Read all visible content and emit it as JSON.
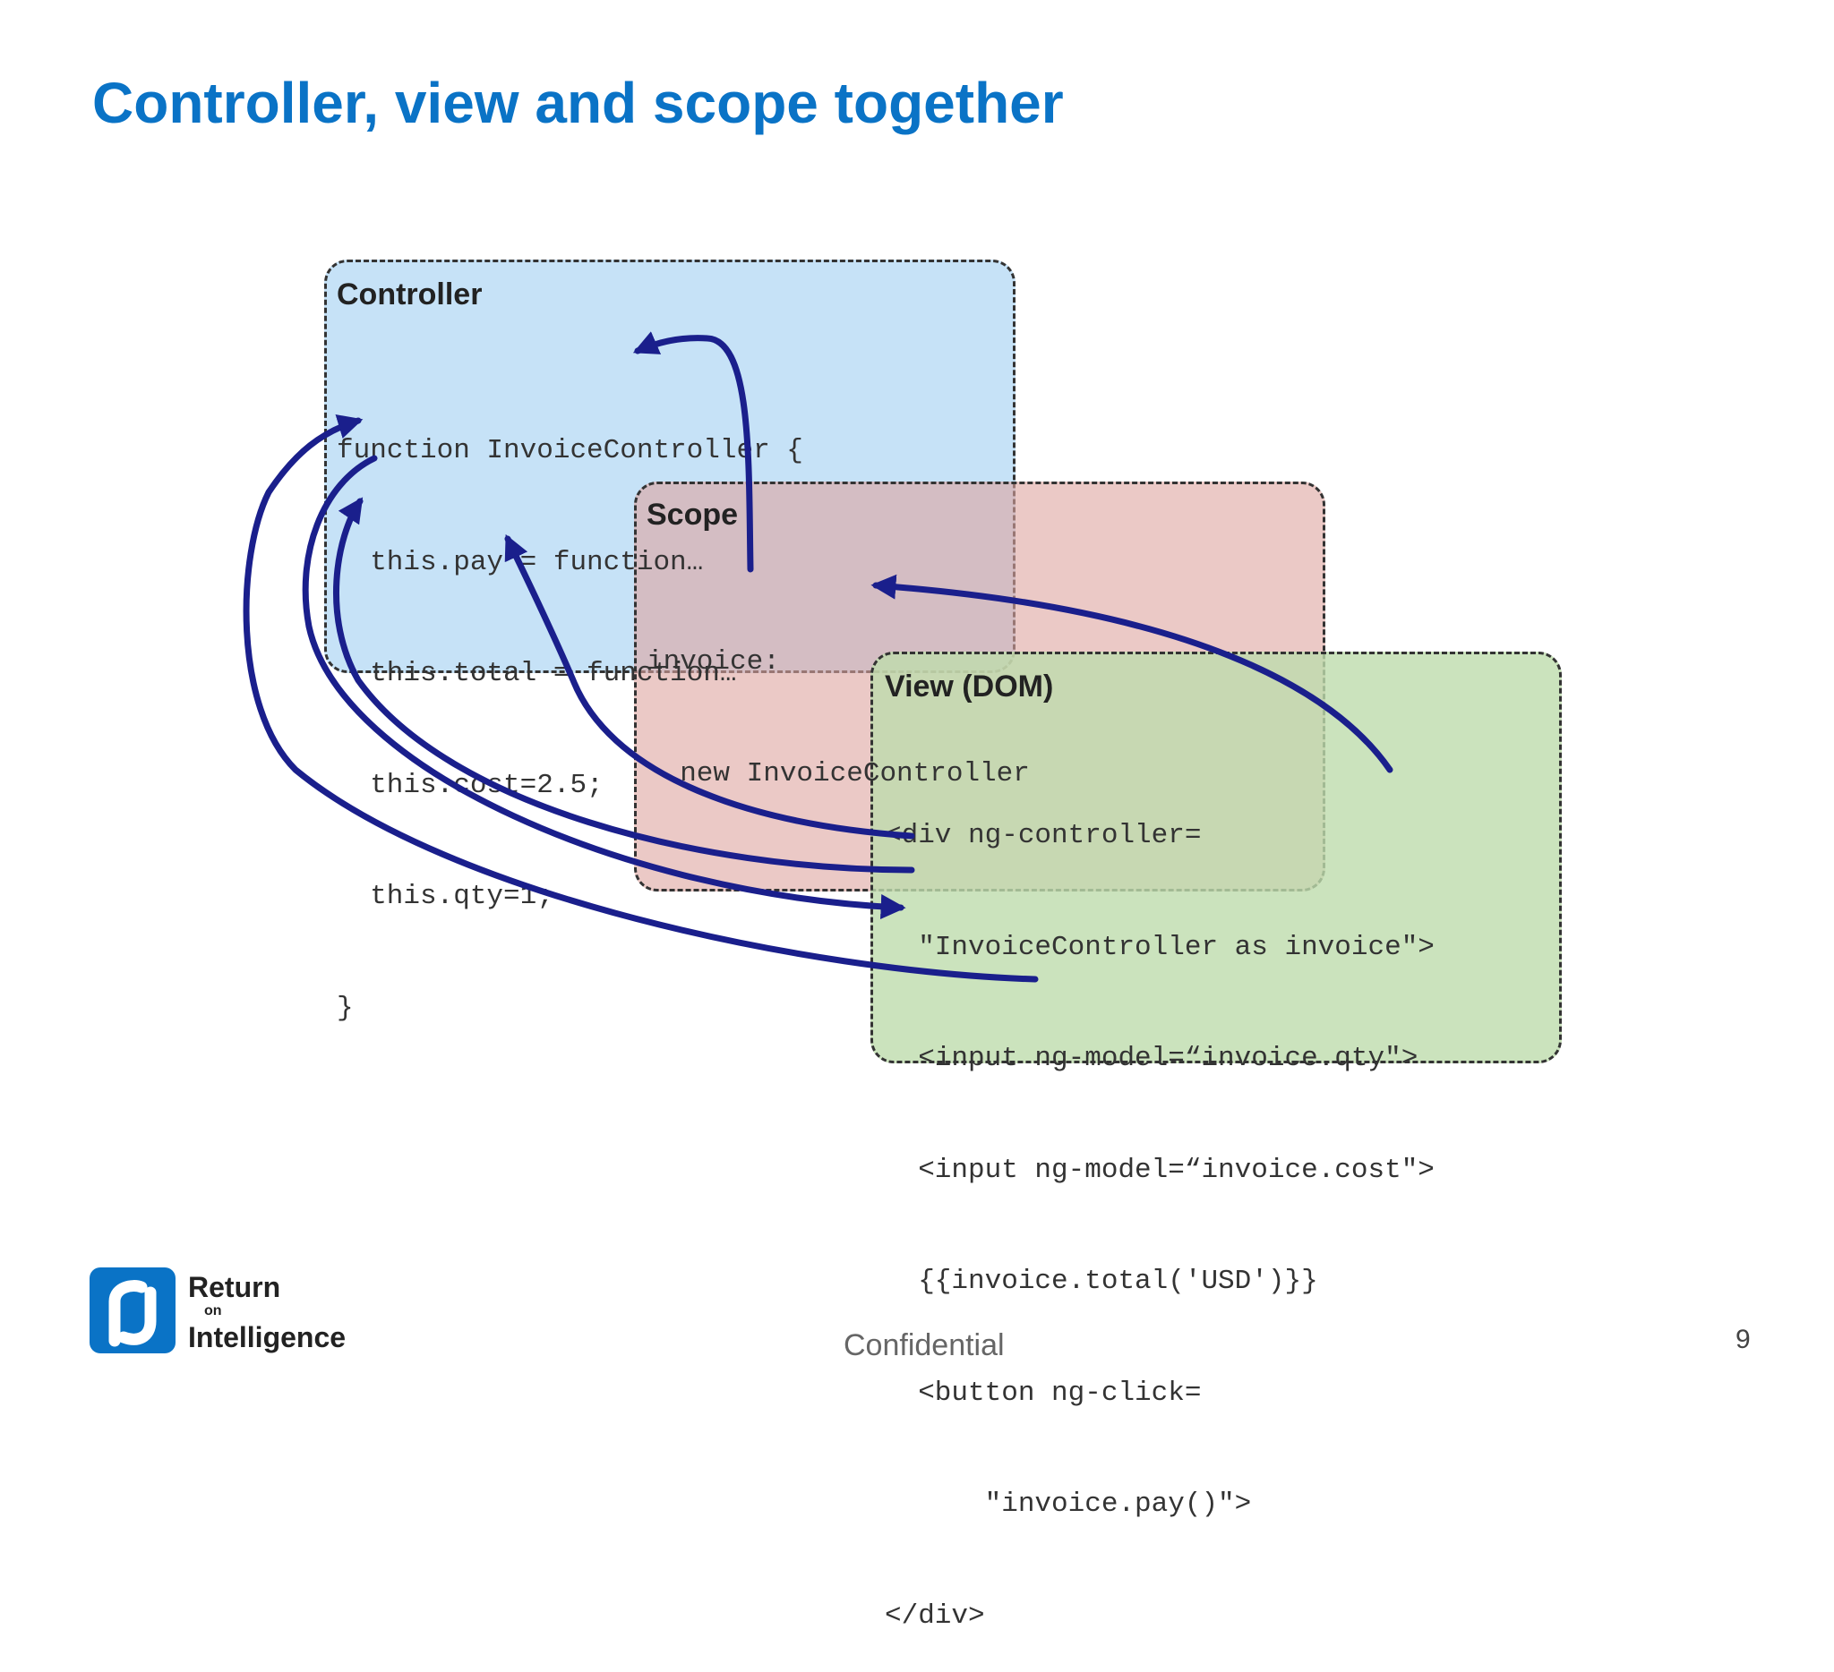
{
  "slide": {
    "title": "Controller, view and scope together",
    "footer_text": "Confidential",
    "page_number": "9"
  },
  "logo": {
    "line1": "Return",
    "line2": "on",
    "line3": "Intelligence",
    "color": "#0a73c6"
  },
  "diagram": {
    "controller": {
      "title": "Controller",
      "code": [
        "function InvoiceController {",
        "  this.pay = function…",
        "  this.total = function…",
        "  this.cost=2.5;",
        "  this.qty=1;",
        "}"
      ]
    },
    "scope": {
      "title": "Scope",
      "code": [
        "invoice:",
        "  new InvoiceController"
      ]
    },
    "view": {
      "title": "View (DOM)",
      "code": [
        "<div ng-controller=",
        "  \"InvoiceController as invoice\">",
        "  <input ng-model=“invoice.qty\">",
        "  <input ng-model=“invoice.cost\">",
        "  {{invoice.total('USD')}}",
        "  <button ng-click=",
        "      \"invoice.pay()\">",
        "</div>"
      ]
    },
    "colors": {
      "controller_fill": "#c6e2f7",
      "scope_fill": "#dea5a0",
      "view_fill": "#bedcac",
      "arrow": "#1a1f8c",
      "title": "#0a73c6"
    }
  }
}
